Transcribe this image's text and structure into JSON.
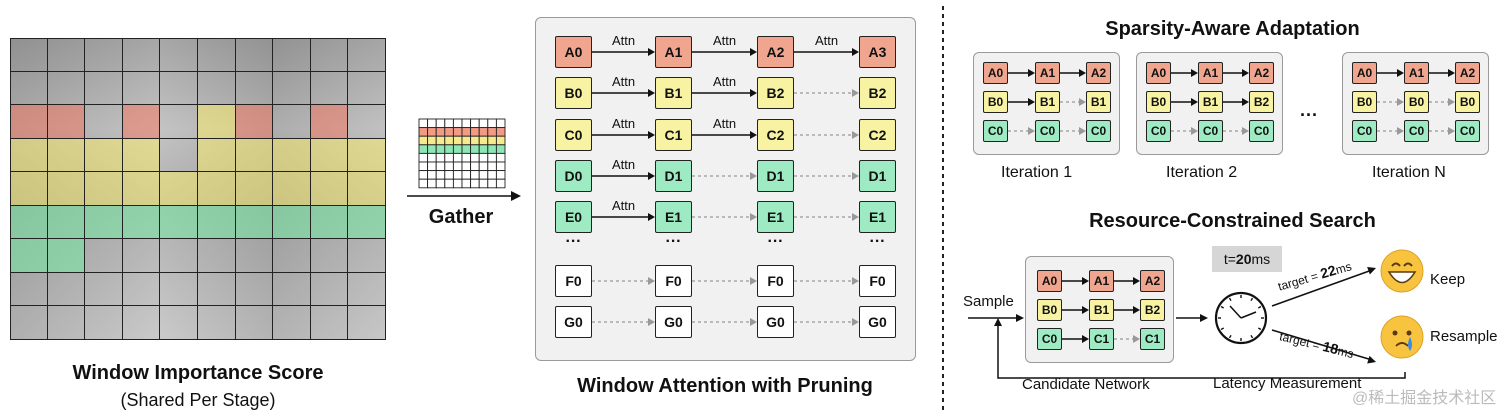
{
  "colors": {
    "red": "#f0a68e",
    "yellow": "#f8f3a2",
    "green": "#9eebc3",
    "white": "#ffffff",
    "grid_line": "#1a1a1a"
  },
  "left": {
    "title": "Window Importance Score",
    "subtitle": "(Shared Per Stage)",
    "heat_rows": [
      [
        "n",
        "n",
        "n",
        "n",
        "n",
        "n",
        "n",
        "n",
        "n",
        "n"
      ],
      [
        "n",
        "n",
        "n",
        "n",
        "n",
        "n",
        "n",
        "n",
        "n",
        "n"
      ],
      [
        "r",
        "r",
        "n",
        "r",
        "n",
        "y",
        "r",
        "n",
        "r",
        "n"
      ],
      [
        "y",
        "y",
        "y",
        "y",
        "n",
        "y",
        "y",
        "y",
        "y",
        "y"
      ],
      [
        "y",
        "y",
        "y",
        "y",
        "y",
        "y",
        "y",
        "y",
        "y",
        "y"
      ],
      [
        "g",
        "g",
        "g",
        "g",
        "g",
        "g",
        "g",
        "g",
        "g",
        "g"
      ],
      [
        "g",
        "g",
        "n",
        "n",
        "n",
        "n",
        "n",
        "n",
        "n",
        "n"
      ],
      [
        "n",
        "n",
        "n",
        "n",
        "n",
        "n",
        "n",
        "n",
        "n",
        "n"
      ],
      [
        "n",
        "n",
        "n",
        "n",
        "n",
        "n",
        "n",
        "n",
        "n",
        "n"
      ]
    ]
  },
  "gather": {
    "label": "Gather"
  },
  "pruning": {
    "title": "Window Attention with Pruning",
    "attn_label": "Attn",
    "ellipsis": "···",
    "rows": [
      {
        "blocks": [
          "A0",
          "A1",
          "A2",
          "A3"
        ],
        "color": "red",
        "solid": [
          true,
          true,
          true
        ]
      },
      {
        "blocks": [
          "B0",
          "B1",
          "B2",
          "B2"
        ],
        "color": "yellow",
        "solid": [
          true,
          true,
          false
        ]
      },
      {
        "blocks": [
          "C0",
          "C1",
          "C2",
          "C2"
        ],
        "color": "yellow",
        "solid": [
          true,
          true,
          false
        ]
      },
      {
        "blocks": [
          "D0",
          "D1",
          "D1",
          "D1"
        ],
        "color": "green",
        "solid": [
          true,
          false,
          false
        ]
      },
      {
        "blocks": [
          "E0",
          "E1",
          "E1",
          "E1"
        ],
        "color": "green",
        "solid": [
          true,
          false,
          false
        ]
      },
      {
        "blocks": [
          "F0",
          "F0",
          "F0",
          "F0"
        ],
        "color": "white",
        "solid": [
          false,
          false,
          false
        ]
      },
      {
        "blocks": [
          "G0",
          "G0",
          "G0",
          "G0"
        ],
        "color": "white",
        "solid": [
          false,
          false,
          false
        ]
      }
    ]
  },
  "sparsity": {
    "title": "Sparsity-Aware Adaptation",
    "ellipsis": "···",
    "iterations": [
      {
        "label": "Iteration 1",
        "rows": [
          {
            "b": [
              "A0",
              "A1",
              "A2"
            ],
            "c": "red",
            "s": [
              true,
              true
            ]
          },
          {
            "b": [
              "B0",
              "B1",
              "B1"
            ],
            "c": "yellow",
            "s": [
              true,
              false
            ]
          },
          {
            "b": [
              "C0",
              "C0",
              "C0"
            ],
            "c": "green",
            "s": [
              false,
              false
            ]
          }
        ]
      },
      {
        "label": "Iteration 2",
        "rows": [
          {
            "b": [
              "A0",
              "A1",
              "A2"
            ],
            "c": "red",
            "s": [
              true,
              true
            ]
          },
          {
            "b": [
              "B0",
              "B1",
              "B2"
            ],
            "c": "yellow",
            "s": [
              true,
              true
            ]
          },
          {
            "b": [
              "C0",
              "C0",
              "C0"
            ],
            "c": "green",
            "s": [
              false,
              false
            ]
          }
        ]
      },
      {
        "label": "Iteration N",
        "rows": [
          {
            "b": [
              "A0",
              "A1",
              "A2"
            ],
            "c": "red",
            "s": [
              true,
              true
            ]
          },
          {
            "b": [
              "B0",
              "B0",
              "B0"
            ],
            "c": "yellow",
            "s": [
              false,
              false
            ]
          },
          {
            "b": [
              "C0",
              "C0",
              "C0"
            ],
            "c": "green",
            "s": [
              false,
              false
            ]
          }
        ]
      }
    ]
  },
  "search": {
    "title": "Resource-Constrained Search",
    "sample_label": "Sample",
    "candidate_label": "Candidate Network",
    "latency_label": "Latency Measurement",
    "time_prefix": "t=",
    "time_value": "20",
    "time_unit": "ms",
    "target_prefix": "target = ",
    "target_keep": "22",
    "target_resample": "18",
    "target_unit": "ms",
    "keep_label": "Keep",
    "resample_label": "Resample",
    "candidate": [
      {
        "b": [
          "A0",
          "A1",
          "A2"
        ],
        "c": "red",
        "s": [
          true,
          true
        ]
      },
      {
        "b": [
          "B0",
          "B1",
          "B2"
        ],
        "c": "yellow",
        "s": [
          true,
          true
        ]
      },
      {
        "b": [
          "C0",
          "C1",
          "C1"
        ],
        "c": "green",
        "s": [
          true,
          false
        ]
      }
    ]
  },
  "watermark": "@稀土掘金技术社区"
}
